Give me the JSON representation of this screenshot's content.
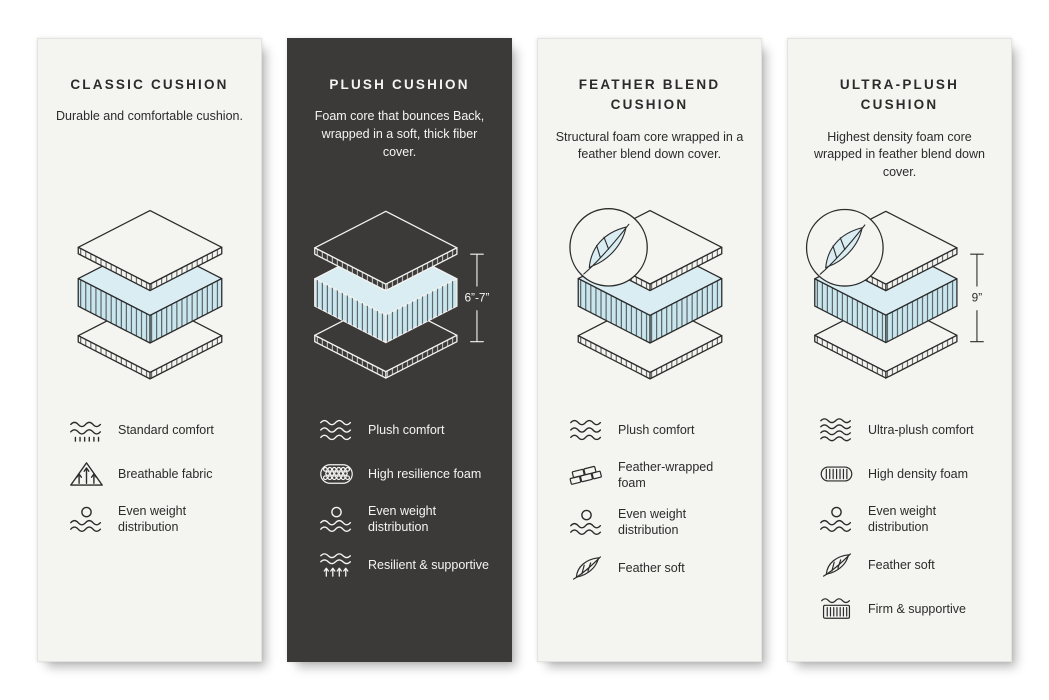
{
  "colors": {
    "foam_blue_top": "#d9edf2",
    "foam_blue_side": "#c9e6ee",
    "card_light": "#f4f4f1",
    "card_dark": "#3b3a38",
    "ink": "#2b2b2b"
  },
  "cards": [
    {
      "id": "classic",
      "theme": "light",
      "title": "CLASSIC CUSHION",
      "description": "Durable and comfortable cushion.",
      "diagram": {
        "feather_badge": false,
        "height_label": ""
      },
      "features": [
        {
          "icon": "standard-comfort-icon",
          "label": "Standard comfort"
        },
        {
          "icon": "breathable-fabric-icon",
          "label": "Breathable fabric"
        },
        {
          "icon": "even-weight-icon",
          "label": "Even weight distribution"
        }
      ]
    },
    {
      "id": "plush",
      "theme": "dark",
      "title": "PLUSH CUSHION",
      "description": "Foam core that bounces Back, wrapped in a soft, thick fiber cover.",
      "diagram": {
        "feather_badge": false,
        "height_label": "6”-7”"
      },
      "features": [
        {
          "icon": "plush-comfort-icon",
          "label": "Plush comfort"
        },
        {
          "icon": "high-resilience-foam-icon",
          "label": "High resilience foam"
        },
        {
          "icon": "even-weight-icon",
          "label": "Even weight distribution"
        },
        {
          "icon": "resilient-supportive-icon",
          "label": "Resilient & supportive"
        }
      ]
    },
    {
      "id": "feather-blend",
      "theme": "light",
      "title": "FEATHER BLEND CUSHION",
      "description": "Structural foam core wrapped in a feather blend down cover.",
      "diagram": {
        "feather_badge": true,
        "height_label": ""
      },
      "features": [
        {
          "icon": "plush-comfort-icon",
          "label": "Plush comfort"
        },
        {
          "icon": "feather-wrapped-foam-icon",
          "label": "Feather-wrapped foam"
        },
        {
          "icon": "even-weight-icon",
          "label": "Even weight distribution"
        },
        {
          "icon": "feather-soft-icon",
          "label": "Feather soft"
        }
      ]
    },
    {
      "id": "ultra-plush",
      "theme": "light",
      "title": "ULTRA-PLUSH CUSHION",
      "description": "Highest density foam core wrapped in feather blend down cover.",
      "diagram": {
        "feather_badge": true,
        "height_label": "9”"
      },
      "features": [
        {
          "icon": "ultra-plush-comfort-icon",
          "label": "Ultra-plush comfort"
        },
        {
          "icon": "high-density-foam-icon",
          "label": "High density foam"
        },
        {
          "icon": "even-weight-icon",
          "label": "Even weight distribution"
        },
        {
          "icon": "feather-soft-icon",
          "label": "Feather soft"
        },
        {
          "icon": "firm-supportive-icon",
          "label": "Firm & supportive"
        }
      ]
    }
  ]
}
